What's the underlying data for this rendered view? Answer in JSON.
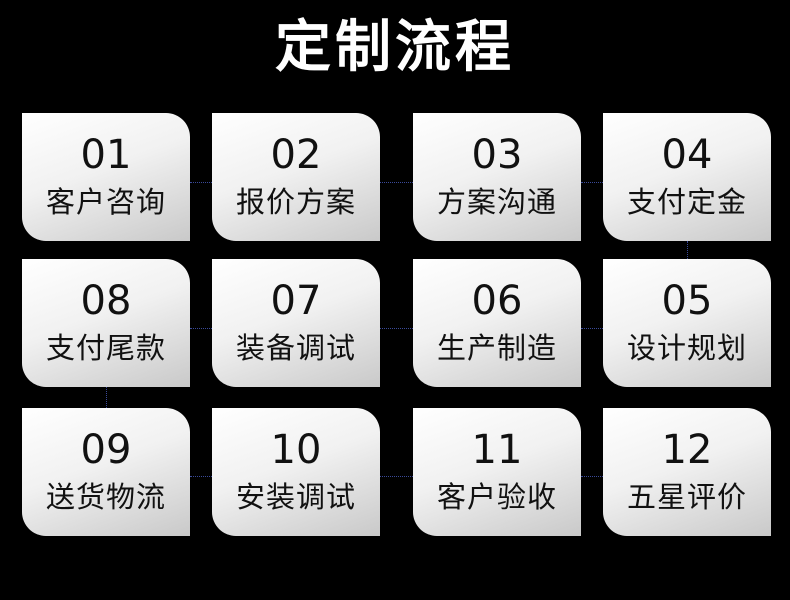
{
  "title": "定制流程",
  "steps": [
    {
      "num": "01",
      "label": "客户咨询"
    },
    {
      "num": "02",
      "label": "报价方案"
    },
    {
      "num": "03",
      "label": "方案沟通"
    },
    {
      "num": "04",
      "label": "支付定金"
    },
    {
      "num": "05",
      "label": "设计规划"
    },
    {
      "num": "06",
      "label": "生产制造"
    },
    {
      "num": "07",
      "label": "装备调试"
    },
    {
      "num": "08",
      "label": "支付尾款"
    },
    {
      "num": "09",
      "label": "送货物流"
    },
    {
      "num": "10",
      "label": "安装调试"
    },
    {
      "num": "11",
      "label": "客户验收"
    },
    {
      "num": "12",
      "label": "五星评价"
    }
  ]
}
